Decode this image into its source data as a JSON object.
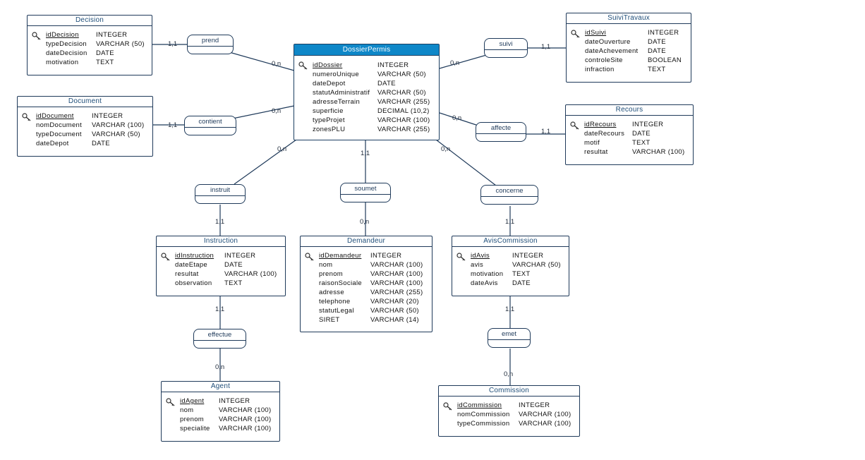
{
  "entities": {
    "decision": {
      "title": "Decision",
      "attributes": [
        {
          "name": "idDecision",
          "type": "INTEGER",
          "pk": true
        },
        {
          "name": "typeDecision",
          "type": "VARCHAR (50)"
        },
        {
          "name": "dateDecision",
          "type": "DATE"
        },
        {
          "name": "motivation",
          "type": "TEXT"
        }
      ]
    },
    "document": {
      "title": "Document",
      "attributes": [
        {
          "name": "idDocument",
          "type": "INTEGER",
          "pk": true
        },
        {
          "name": "nomDocument",
          "type": "VARCHAR (100)"
        },
        {
          "name": "typeDocument",
          "type": "VARCHAR (50)"
        },
        {
          "name": "dateDepot",
          "type": "DATE"
        }
      ]
    },
    "dossier_permis": {
      "title": "DossierPermis",
      "attributes": [
        {
          "name": "idDossier",
          "type": "INTEGER",
          "pk": true
        },
        {
          "name": "numeroUnique",
          "type": "VARCHAR (50)"
        },
        {
          "name": "dateDepot",
          "type": "DATE"
        },
        {
          "name": "statutAdministratif",
          "type": "VARCHAR (50)"
        },
        {
          "name": "adresseTerrain",
          "type": "VARCHAR (255)"
        },
        {
          "name": "superficie",
          "type": "DECIMAL (10,2)"
        },
        {
          "name": "typeProjet",
          "type": "VARCHAR (100)"
        },
        {
          "name": "zonesPLU",
          "type": "VARCHAR (255)"
        }
      ]
    },
    "suivi_travaux": {
      "title": "SuiviTravaux",
      "attributes": [
        {
          "name": "idSuivi",
          "type": "INTEGER",
          "pk": true
        },
        {
          "name": "dateOuverture",
          "type": "DATE"
        },
        {
          "name": "dateAchevement",
          "type": "DATE"
        },
        {
          "name": "controleSite",
          "type": "BOOLEAN"
        },
        {
          "name": "infraction",
          "type": "TEXT"
        }
      ]
    },
    "recours": {
      "title": "Recours",
      "attributes": [
        {
          "name": "idRecours",
          "type": "INTEGER",
          "pk": true
        },
        {
          "name": "dateRecours",
          "type": "DATE"
        },
        {
          "name": "motif",
          "type": "TEXT"
        },
        {
          "name": "resultat",
          "type": "VARCHAR (100)"
        }
      ]
    },
    "instruction": {
      "title": "Instruction",
      "attributes": [
        {
          "name": "idInstruction",
          "type": "INTEGER",
          "pk": true
        },
        {
          "name": "dateEtape",
          "type": "DATE"
        },
        {
          "name": "resultat",
          "type": "VARCHAR (100)"
        },
        {
          "name": "observation",
          "type": "TEXT"
        }
      ]
    },
    "demandeur": {
      "title": "Demandeur",
      "attributes": [
        {
          "name": "idDemandeur",
          "type": "INTEGER",
          "pk": true
        },
        {
          "name": "nom",
          "type": "VARCHAR (100)"
        },
        {
          "name": "prenom",
          "type": "VARCHAR (100)"
        },
        {
          "name": "raisonSociale",
          "type": "VARCHAR (100)"
        },
        {
          "name": "adresse",
          "type": "VARCHAR (255)"
        },
        {
          "name": "telephone",
          "type": "VARCHAR (20)"
        },
        {
          "name": "statutLegal",
          "type": "VARCHAR (50)"
        },
        {
          "name": "SIRET",
          "type": "VARCHAR (14)"
        }
      ]
    },
    "avis_commission": {
      "title": "AvisCommission",
      "attributes": [
        {
          "name": "idAvis",
          "type": "INTEGER",
          "pk": true
        },
        {
          "name": "avis",
          "type": "VARCHAR (50)"
        },
        {
          "name": "motivation",
          "type": "TEXT"
        },
        {
          "name": "dateAvis",
          "type": "DATE"
        }
      ]
    },
    "agent": {
      "title": "Agent",
      "attributes": [
        {
          "name": "idAgent",
          "type": "INTEGER",
          "pk": true
        },
        {
          "name": "nom",
          "type": "VARCHAR (100)"
        },
        {
          "name": "prenom",
          "type": "VARCHAR (100)"
        },
        {
          "name": "specialite",
          "type": "VARCHAR (100)"
        }
      ]
    },
    "commission": {
      "title": "Commission",
      "attributes": [
        {
          "name": "idCommission",
          "type": "INTEGER",
          "pk": true
        },
        {
          "name": "nomCommission",
          "type": "VARCHAR (100)"
        },
        {
          "name": "typeCommission",
          "type": "VARCHAR (100)"
        }
      ]
    }
  },
  "relations": {
    "prend": {
      "label": "prend",
      "card_a": "1,1",
      "card_b": "0,n"
    },
    "contient": {
      "label": "contient",
      "card_a": "1,1",
      "card_b": "0,n"
    },
    "suivi": {
      "label": "suivi",
      "card_a": "0,n",
      "card_b": "1,1"
    },
    "affecte": {
      "label": "affecte",
      "card_a": "0,n",
      "card_b": "1,1"
    },
    "instruit": {
      "label": "instruit",
      "card_a": "0,n",
      "card_b": "1,1"
    },
    "soumet": {
      "label": "soumet",
      "card_a": "1,1",
      "card_b": "0,n"
    },
    "concerne": {
      "label": "concerne",
      "card_a": "0,n",
      "card_b": "1,1"
    },
    "effectue": {
      "label": "effectue",
      "card_a": "1,1",
      "card_b": "0,n"
    },
    "emet": {
      "label": "emet",
      "card_a": "1,1",
      "card_b": "0,n"
    }
  },
  "colors": {
    "header": "#0e87c8",
    "border": "#1f3a5a",
    "title_text": "#1f4e79"
  },
  "icons": {
    "primary_key": "key-icon"
  }
}
